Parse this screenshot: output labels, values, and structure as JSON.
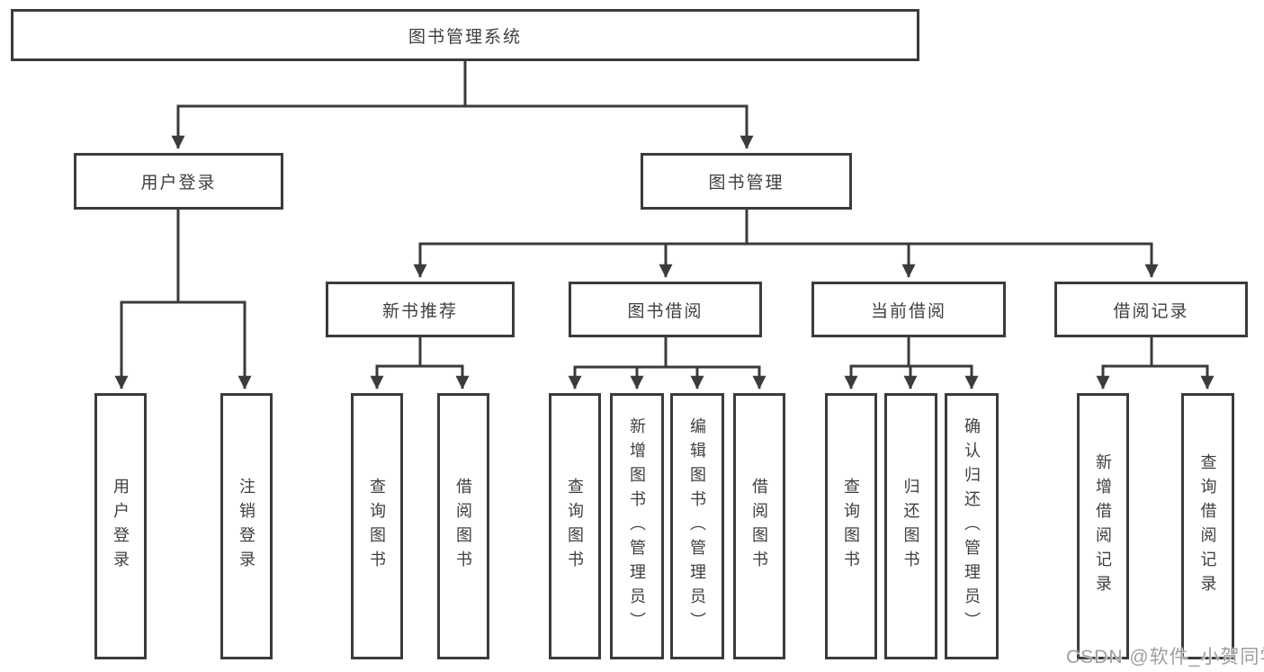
{
  "page": {
    "background_color": "#ffffff",
    "line_color": "#3b3b3b",
    "text_color": "#3f3f3f",
    "watermark_color": "#9e9e9e"
  },
  "watermark": {
    "text": "CSDN @软件_小贺同学"
  },
  "tree": {
    "root": {
      "label": "图书管理系统"
    },
    "level2": [
      {
        "label": "用户登录"
      },
      {
        "label": "图书管理"
      }
    ],
    "level3": [
      {
        "label": "新书推荐"
      },
      {
        "label": "图书借阅"
      },
      {
        "label": "当前借阅"
      },
      {
        "label": "借阅记录"
      }
    ],
    "leaves": {
      "user_login": [
        {
          "label": "用户登录"
        },
        {
          "label": "注销登录"
        }
      ],
      "new_book_rec": [
        {
          "label": "查询图书"
        },
        {
          "label": "借阅图书"
        }
      ],
      "book_borrow": [
        {
          "label": "查询图书"
        },
        {
          "label": "新增图书（管理员）"
        },
        {
          "label": "编辑图书（管理员）"
        },
        {
          "label": "借阅图书"
        }
      ],
      "current_borrow": [
        {
          "label": "查询图书"
        },
        {
          "label": "归还图书"
        },
        {
          "label": "确认归还（管理员）"
        }
      ],
      "borrow_records": [
        {
          "label": "新增借阅记录"
        },
        {
          "label": "查询借阅记录"
        }
      ]
    }
  }
}
